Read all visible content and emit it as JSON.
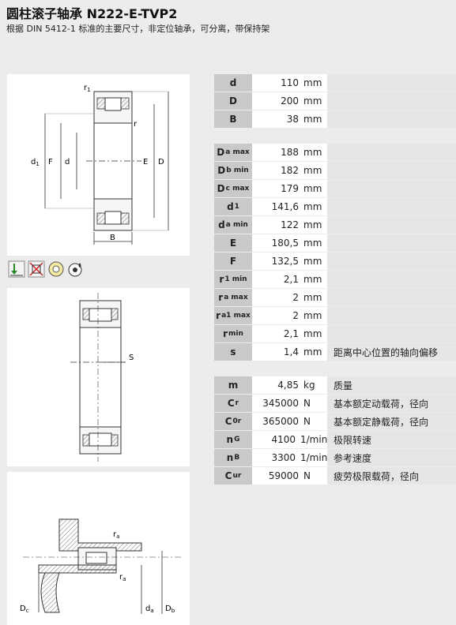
{
  "header": {
    "title": "圆柱滚子轴承 N222-E-TVP2",
    "subtitle": "根据 DIN 5412-1 标准的主要尺寸，非定位轴承，可分离，带保持架"
  },
  "drawing_labels": {
    "r1": "r",
    "r1_sub": "1",
    "r": "r",
    "d1": "d",
    "d1_sub": "1",
    "F": "F",
    "d": "d",
    "E": "E",
    "D": "D",
    "B": "B",
    "s": "S",
    "ra": "r",
    "ra_sub": "a",
    "Dc": "D",
    "Dc_sub": "c",
    "da": "d",
    "da_sub": "a",
    "Db": "D",
    "Db_sub": "b"
  },
  "icons": [
    "axial-load-icon",
    "no-axial-displacement-icon",
    "separable-icon",
    "lubrication-icon"
  ],
  "table_main": [
    {
      "key": "d",
      "sub": "",
      "value": "110",
      "unit": "mm",
      "desc": ""
    },
    {
      "key": "D",
      "sub": "",
      "value": "200",
      "unit": "mm",
      "desc": ""
    },
    {
      "key": "B",
      "sub": "",
      "value": "38",
      "unit": "mm",
      "desc": ""
    }
  ],
  "table_dims": [
    {
      "key": "D",
      "sub": "a max",
      "value": "188",
      "unit": "mm",
      "desc": ""
    },
    {
      "key": "D",
      "sub": "b min",
      "value": "182",
      "unit": "mm",
      "desc": ""
    },
    {
      "key": "D",
      "sub": "c max",
      "value": "179",
      "unit": "mm",
      "desc": ""
    },
    {
      "key": "d",
      "sub": "1",
      "value": "141,6",
      "unit": "mm",
      "desc": ""
    },
    {
      "key": "d",
      "sub": "a min",
      "value": "122",
      "unit": "mm",
      "desc": ""
    },
    {
      "key": "E",
      "sub": "",
      "value": "180,5",
      "unit": "mm",
      "desc": ""
    },
    {
      "key": "F",
      "sub": "",
      "value": "132,5",
      "unit": "mm",
      "desc": ""
    },
    {
      "key": "r",
      "sub": "1 min",
      "value": "2,1",
      "unit": "mm",
      "desc": ""
    },
    {
      "key": "r",
      "sub": "a max",
      "value": "2",
      "unit": "mm",
      "desc": ""
    },
    {
      "key": "r",
      "sub": "a1 max",
      "value": "2",
      "unit": "mm",
      "desc": ""
    },
    {
      "key": "r",
      "sub": "min",
      "value": "2,1",
      "unit": "mm",
      "desc": ""
    },
    {
      "key": "s",
      "sub": "",
      "value": "1,4",
      "unit": "mm",
      "desc": "距离中心位置的轴向偏移"
    }
  ],
  "table_perf": [
    {
      "key": "m",
      "sub": "",
      "value": "4,85",
      "unit": "kg",
      "desc": "质量"
    },
    {
      "key": "C",
      "sub": "r",
      "value": "345000",
      "unit": "N",
      "desc": "基本额定动载荷，径向"
    },
    {
      "key": "C",
      "sub": "0r",
      "value": "365000",
      "unit": "N",
      "desc": "基本额定静载荷，径向"
    },
    {
      "key": "n",
      "sub": "G",
      "value": "4100",
      "unit": "1/min",
      "desc": "极限转速"
    },
    {
      "key": "n",
      "sub": "B",
      "value": "3300",
      "unit": "1/min",
      "desc": "参考速度"
    },
    {
      "key": "C",
      "sub": "ur",
      "value": "59000",
      "unit": "N",
      "desc": "疲劳极限载荷，径向"
    }
  ]
}
